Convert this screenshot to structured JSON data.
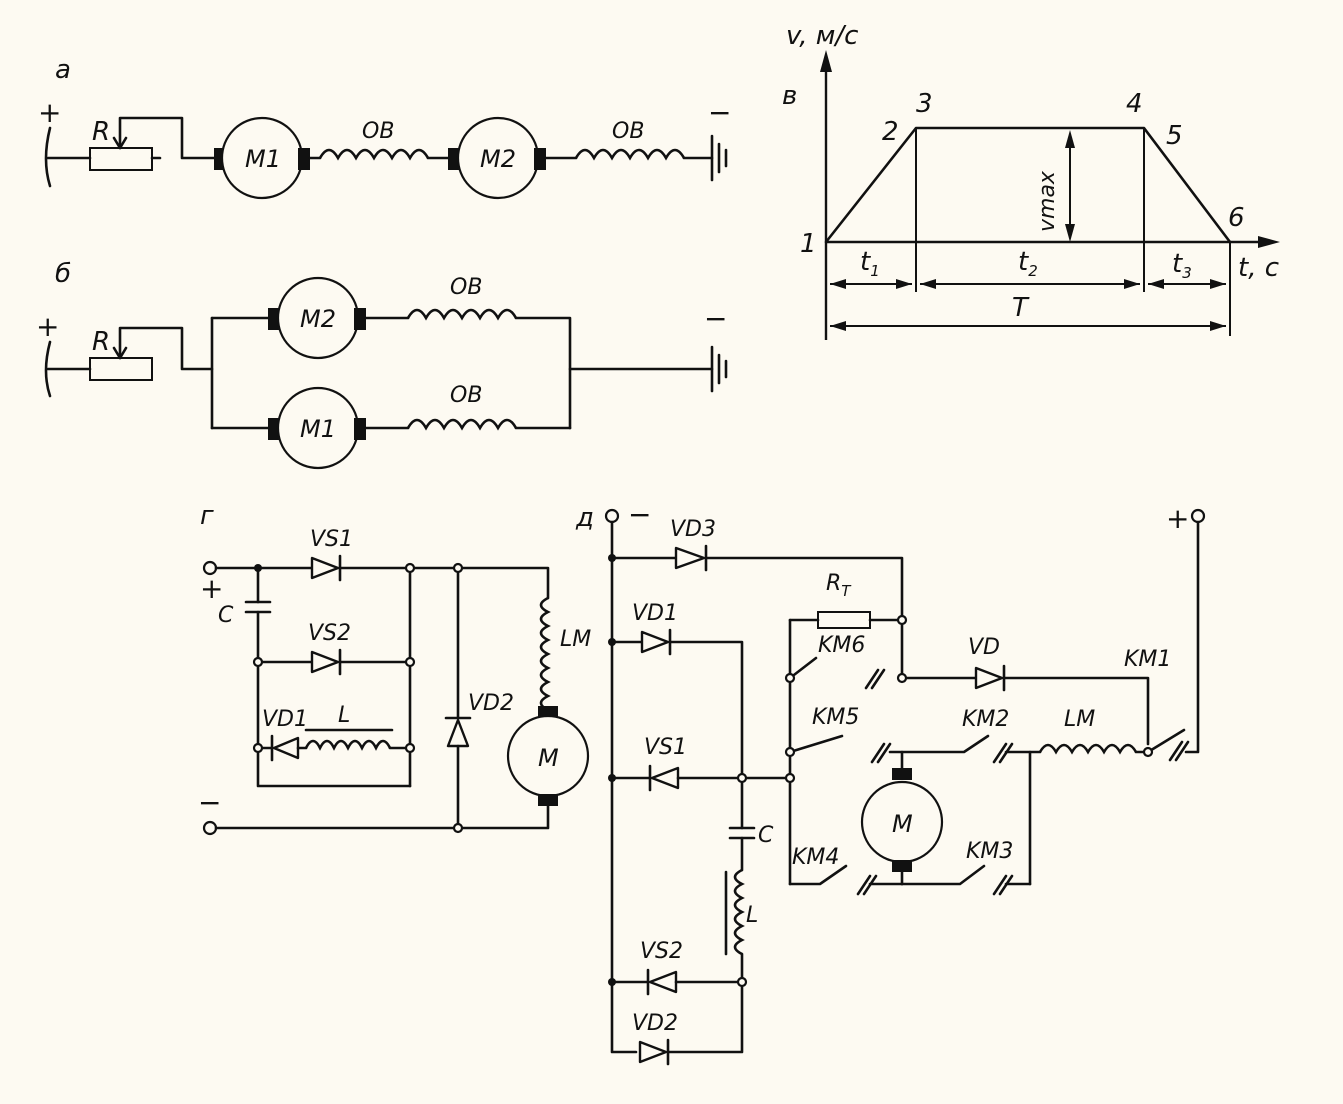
{
  "panels": {
    "a": "а",
    "b": "б",
    "v": "в",
    "g": "г",
    "d": "д"
  },
  "signs": {
    "plus": "+",
    "minus": "−"
  },
  "circuit_a": {
    "resistor": "R",
    "motor1": "M1",
    "motor2": "M2",
    "winding1": "ОВ",
    "winding2": "ОВ"
  },
  "circuit_b": {
    "resistor": "R",
    "motor_top": "M2",
    "motor_bottom": "M1",
    "winding_top": "ОВ",
    "winding_bottom": "ОВ"
  },
  "graph": {
    "ylabel": "v, м/с",
    "xlabel": "t, с",
    "vmax": "vmax",
    "points": [
      "1",
      "2",
      "3",
      "4",
      "5",
      "6"
    ],
    "t1": "t",
    "t1_sub": "1",
    "t2": "t",
    "t2_sub": "2",
    "t3": "t",
    "t3_sub": "3",
    "T": "T"
  },
  "circuit_g": {
    "VS1": "VS1",
    "VS2": "VS2",
    "VD1": "VD1",
    "VD2": "VD2",
    "C": "C",
    "L": "L",
    "LM": "LM",
    "M": "M"
  },
  "circuit_d": {
    "VD3": "VD3",
    "VD1": "VD1",
    "VS1": "VS1",
    "VS2": "VS2",
    "VD2": "VD2",
    "C": "C",
    "L": "L",
    "RT": "R",
    "RT_sub": "Т",
    "VD": "VD",
    "KM1": "KM1",
    "KM2": "KM2",
    "KM3": "KM3",
    "KM4": "KM4",
    "KM5": "KM5",
    "KM6": "KM6",
    "LM": "LM",
    "M": "M"
  },
  "chart_data": {
    "type": "line",
    "x": [
      0,
      1,
      1,
      2,
      2,
      3
    ],
    "y": [
      0,
      1,
      1,
      1,
      1,
      0
    ],
    "xlabel": "t, с",
    "ylabel": "v, м/с",
    "series": [
      {
        "values": [
          0,
          1,
          1,
          0
        ]
      }
    ]
  },
  "colors": {
    "ink": "#111111",
    "paper": "#fdfaf2"
  }
}
